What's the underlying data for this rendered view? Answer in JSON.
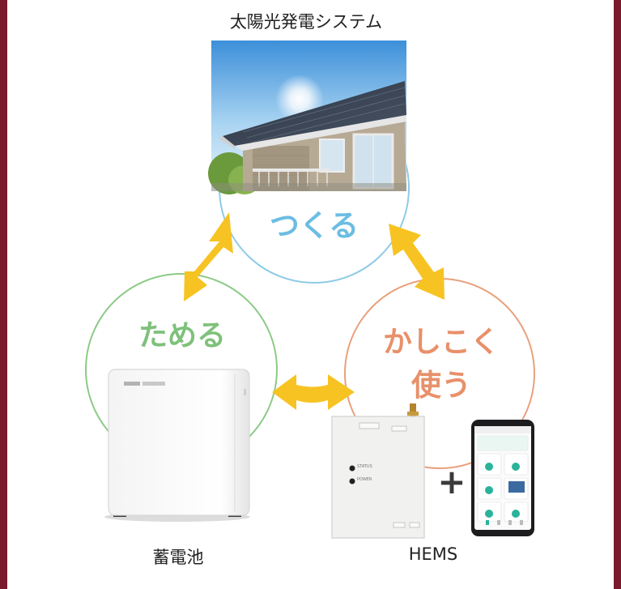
{
  "title": "太陽光発電システム",
  "create_label": "つくる",
  "store_label": "ためる",
  "use_label_line1": "かしこく",
  "use_label_line2": "使う",
  "battery_label": "蓄電池",
  "hems_label": "HEMS",
  "plus_sign": "+",
  "device": {
    "led1": "STATUS",
    "led2": "POWER"
  },
  "colors": {
    "border": "#7a1a2c",
    "create": "#8ecbe6",
    "create_text": "#6cbde2",
    "store": "#8cca86",
    "store_text": "#7fc17b",
    "use": "#e9a07c",
    "use_text": "#e8906a",
    "arrow": "#f7c323"
  }
}
